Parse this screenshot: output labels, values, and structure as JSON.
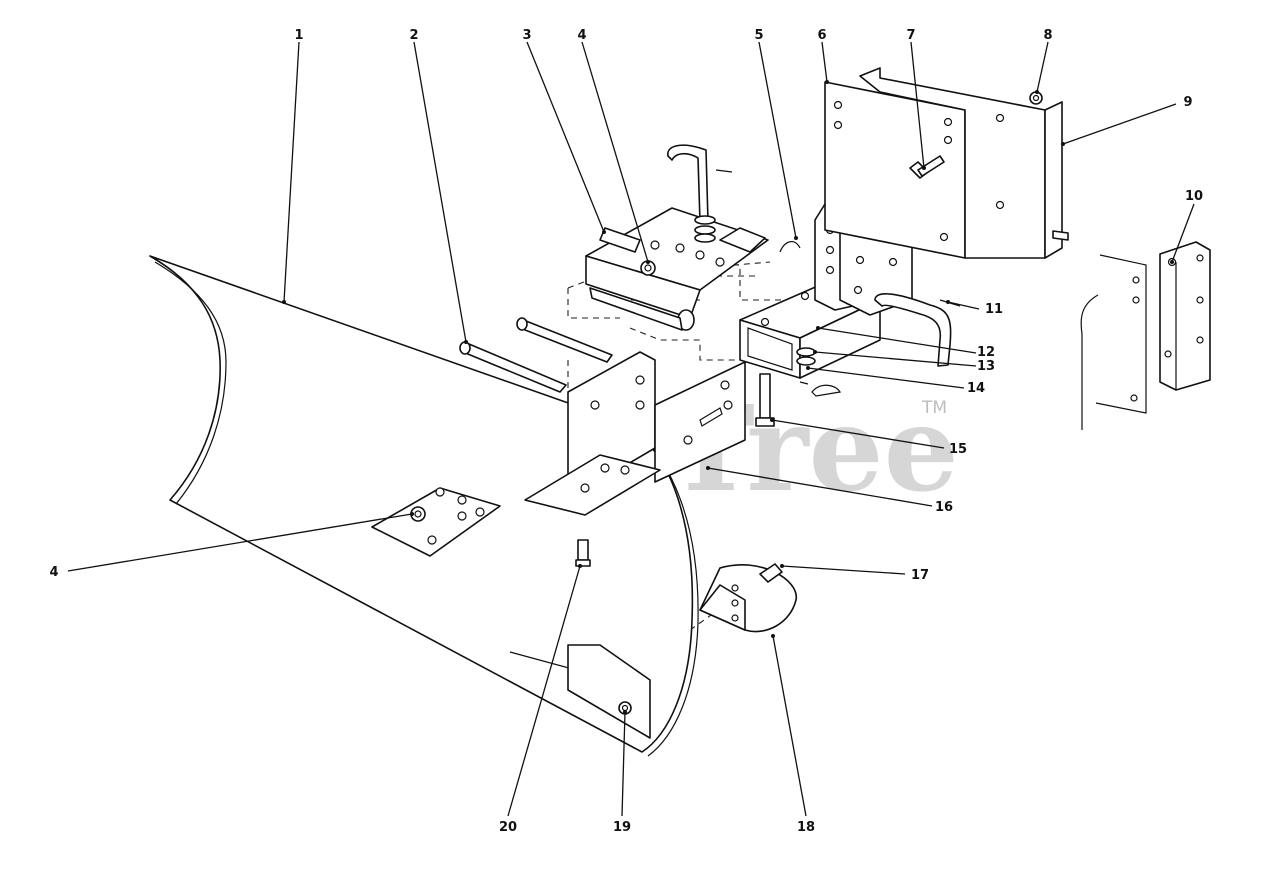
{
  "watermark": {
    "text": "PartsTree",
    "mark": "TM"
  },
  "callouts": [
    "1",
    "2",
    "3",
    "4",
    "5",
    "6",
    "7",
    "8",
    "9",
    "10",
    "11",
    "12",
    "13",
    "14",
    "15",
    "16",
    "17",
    "18",
    "19",
    "20",
    "4"
  ]
}
